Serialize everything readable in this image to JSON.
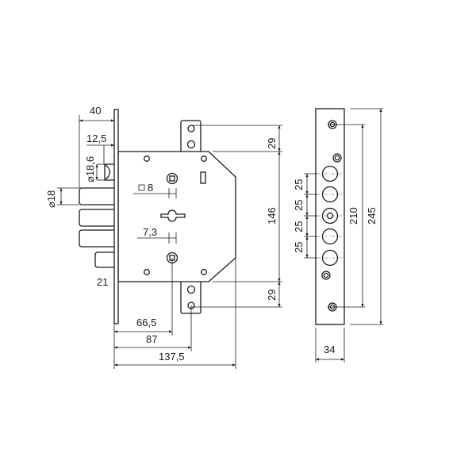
{
  "title": "Lock technical drawing",
  "dimensions": {
    "backset_40": "40",
    "latch_12_5": "12,5",
    "latch_dia": "⌀18,6",
    "bolt_dia": "⌀18",
    "small_bolt": "21",
    "square_8": "8",
    "spindle_7_3": "7,3",
    "dist_66_5": "66,5",
    "dist_87": "87",
    "dist_137_5": "137,5",
    "top_29": "29",
    "height_146": "146",
    "bottom_29": "29",
    "pitch_1": "25",
    "pitch_2": "25",
    "pitch_3": "25",
    "pitch_4": "25",
    "holes_210": "210",
    "plate_245": "245",
    "plate_width_34": "34"
  }
}
